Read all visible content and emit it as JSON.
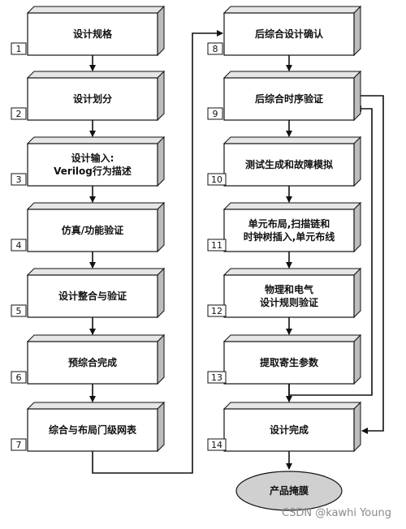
{
  "left_steps": [
    {
      "number": "1",
      "lines": [
        "设计规格"
      ]
    },
    {
      "number": "2",
      "lines": [
        "设计划分"
      ]
    },
    {
      "number": "3",
      "lines": [
        "设计输入:",
        "Verilog行为描述"
      ]
    },
    {
      "number": "4",
      "lines": [
        "仿真/功能验证"
      ]
    },
    {
      "number": "5",
      "lines": [
        "设计整合与验证"
      ]
    },
    {
      "number": "6",
      "lines": [
        "预综合完成"
      ]
    },
    {
      "number": "7",
      "lines": [
        "综合与布局门级网表"
      ]
    }
  ],
  "right_steps": [
    {
      "number": "8",
      "lines": [
        "后综合设计确认"
      ]
    },
    {
      "number": "9",
      "lines": [
        "后综合时序验证"
      ]
    },
    {
      "number": "10",
      "lines": [
        "测试生成和故障模拟"
      ]
    },
    {
      "number": "11",
      "lines": [
        "单元布局,扫描链和",
        "时钟树插入,单元布线"
      ]
    },
    {
      "number": "12",
      "lines": [
        "物理和电气",
        "设计规则验证"
      ]
    },
    {
      "number": "13",
      "lines": [
        "提取寄生参数"
      ]
    },
    {
      "number": "14",
      "lines": [
        "设计完成"
      ]
    }
  ],
  "final": {
    "label": "产品掩膜"
  },
  "watermark": "CSDN @kawhi Young"
}
